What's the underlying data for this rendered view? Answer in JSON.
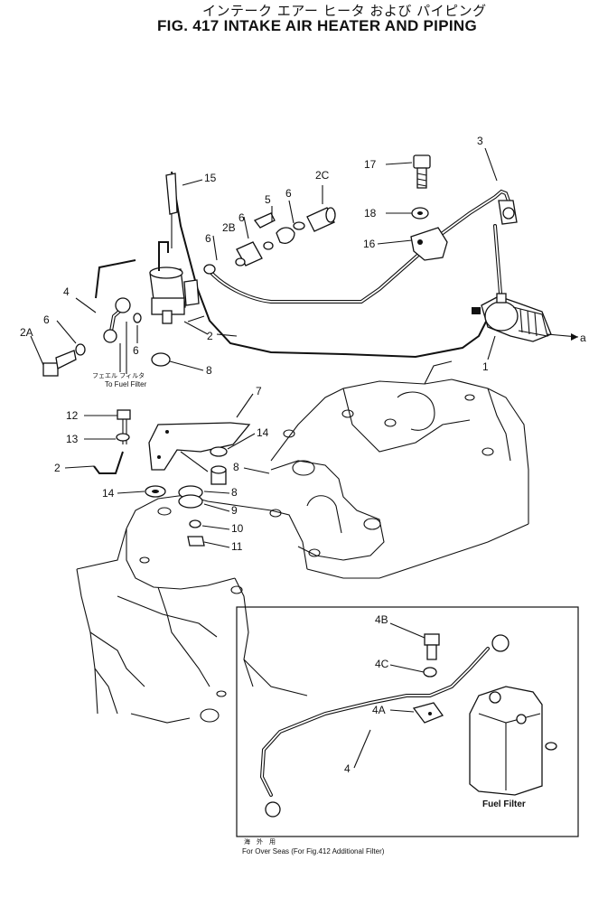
{
  "title_jp": "インテーク エアー ヒータ および パイピング",
  "title_en": "FIG. 417  INTAKE AIR HEATER AND PIPING",
  "labels": {
    "l3": "3",
    "l15": "15",
    "l17": "17",
    "l18": "18",
    "l16": "16",
    "l2c": "2C",
    "l5": "5",
    "l6a": "6",
    "l6b": "6",
    "l2b": "2B",
    "l6c": "6",
    "l4": "4",
    "l6d": "6",
    "l2a": "2A",
    "l6e": "6",
    "l2top": "2",
    "l8top": "8",
    "l1": "1",
    "l_a": "a",
    "l7": "7",
    "l12": "12",
    "l13": "13",
    "l2mid": "2",
    "l14a": "14",
    "l8mid": "8",
    "l14b": "14",
    "l8b": "8",
    "l9": "9",
    "l10": "10",
    "l11": "11",
    "l4b": "4B",
    "l4c": "4C",
    "l4a": "4A",
    "l4low": "4"
  },
  "fuel_filter_jp": "フェエル フィルタ",
  "fuel_filter_en": "To Fuel Filter",
  "inset": {
    "fuel_filter": "Fuel Filter",
    "note_jp": "海　外　用",
    "note_en": "For Over Seas (For Fig.412 Additional Filter)"
  }
}
